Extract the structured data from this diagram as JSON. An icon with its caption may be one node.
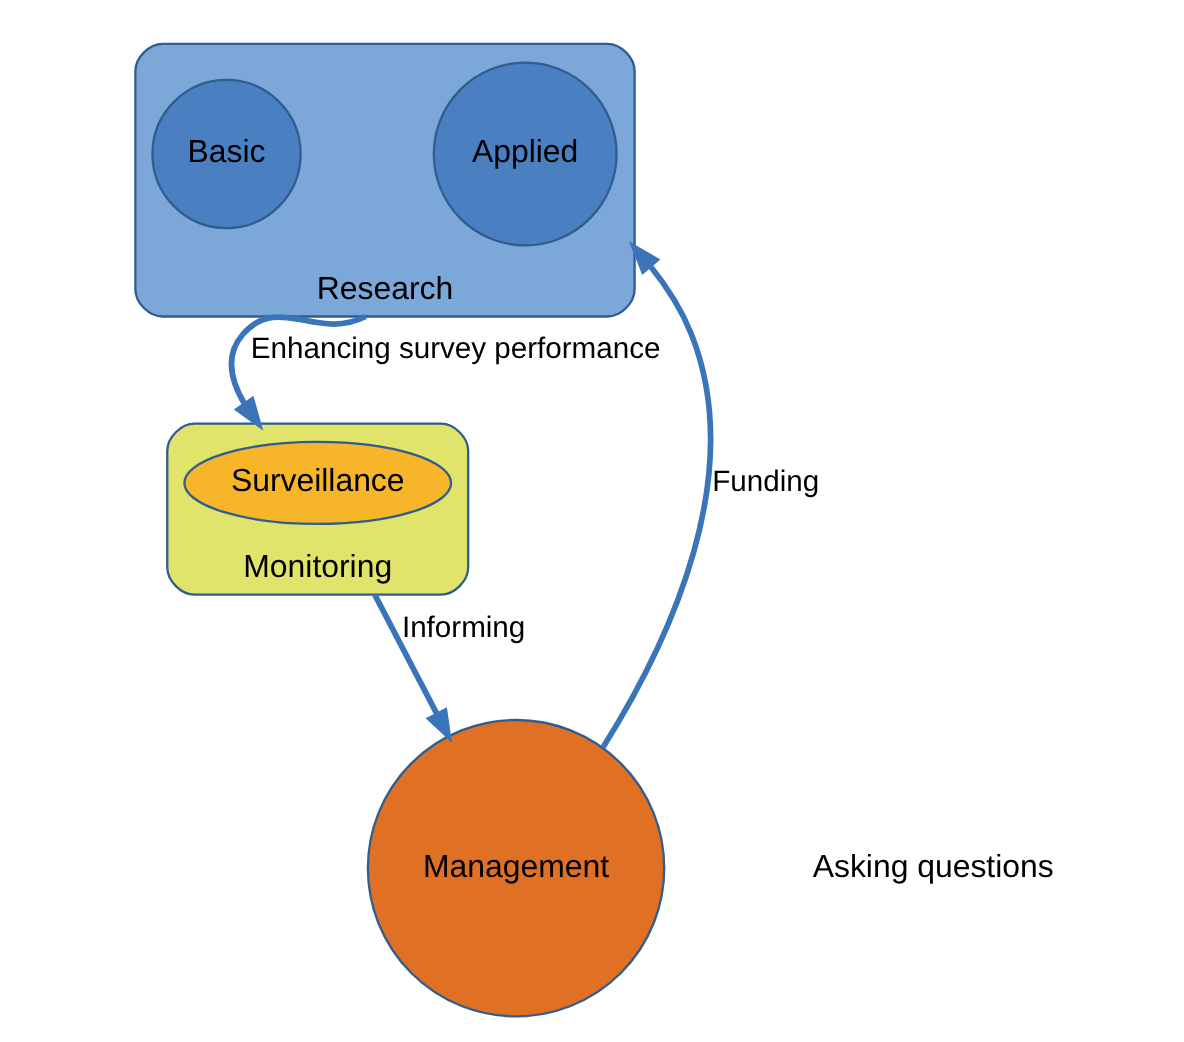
{
  "diagram": {
    "nodes": [
      {
        "text": [
          "Research"
        ]
      },
      {
        "text": [
          "Applied"
        ],
        "in": 0
      },
      {
        "text": [
          "Basic"
        ],
        "in": 0
      },
      {
        "text": [
          "Monitoring"
        ]
      },
      {
        "text": [
          "Surveillance"
        ],
        "in": 3
      },
      {
        "text": [
          "Management"
        ]
      }
    ],
    "edges": [
      {
        "from": 0,
        "to": 3,
        "arrow": "to",
        "label": "Enhancing survey performance"
      },
      {
        "from": 3,
        "to": 5,
        "arrow": "to",
        "label": "Informing"
      },
      {
        "from": 5,
        "to": 0,
        "arrow": "to",
        "label": "Funding"
      }
    ],
    "labels": [
      "Asking questions"
    ]
  }
}
